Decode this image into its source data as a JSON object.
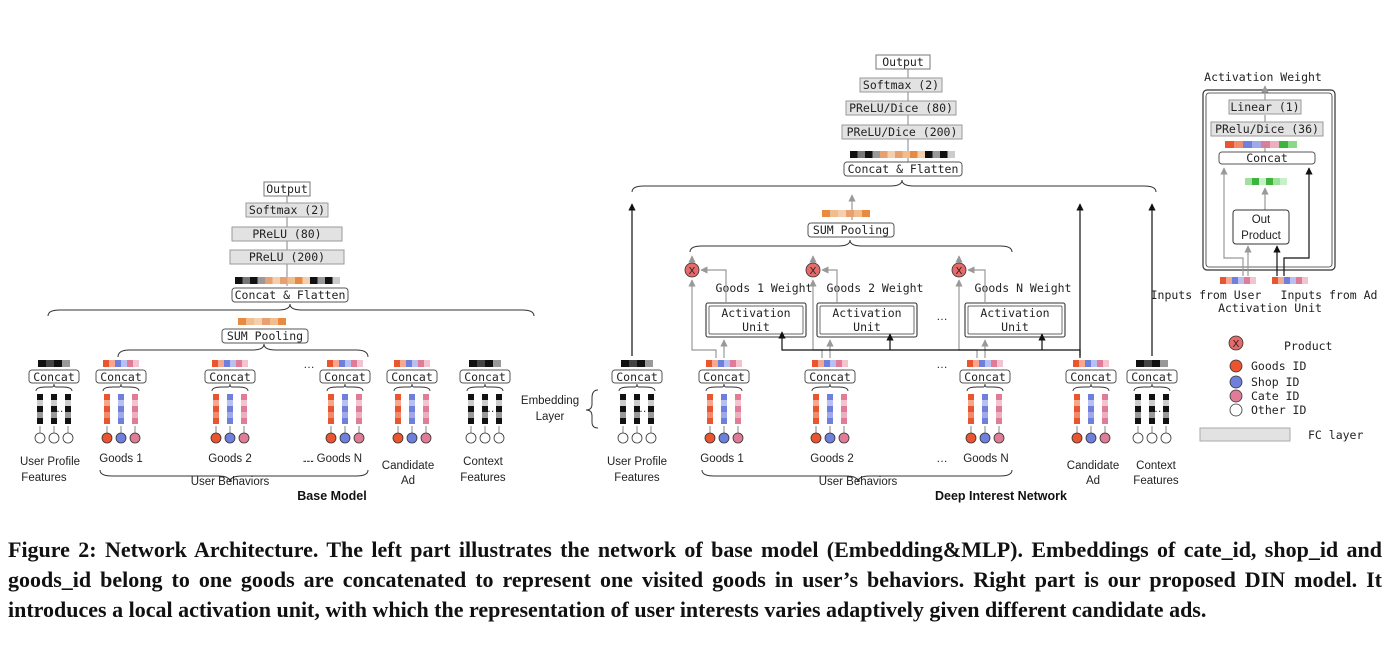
{
  "base_model": {
    "output": "Output",
    "softmax": "Softmax (2)",
    "prelu80": "PReLU (80)",
    "prelu200": "PReLU (200)",
    "concat_flatten": "Concat & Flatten",
    "sum_pooling": "SUM Pooling",
    "concat": "Concat",
    "ellipsis": "…",
    "ellipsis_n": "… Goods N",
    "goods1": "Goods 1",
    "goods2": "Goods 2",
    "user_profile_1": "User Profile",
    "user_profile_2": "Features",
    "candidate_1": "Candidate",
    "candidate_2": "Ad",
    "context_1": "Context",
    "context_2": "Features",
    "user_behaviors": "User Behaviors",
    "title": "Base Model"
  },
  "din": {
    "output": "Output",
    "softmax": "Softmax (2)",
    "prelu80": "PReLU/Dice (80)",
    "prelu200": "PReLU/Dice (200)",
    "concat_flatten": "Concat & Flatten",
    "sum_pooling": "SUM Pooling",
    "activation_1": "Activation",
    "activation_2": "Unit",
    "goods1_weight": "Goods 1 Weight",
    "goods2_weight": "Goods 2 Weight",
    "goodsN_weight": "Goods N Weight",
    "concat": "Concat",
    "embedding_1": "Embedding",
    "embedding_2": "Layer",
    "goods1": "Goods 1",
    "goods2": "Goods 2",
    "goodsN": "Goods N",
    "ellipsis": "…",
    "user_profile_1": "User Profile",
    "user_profile_2": "Features",
    "candidate_1": "Candidate",
    "candidate_2": "Ad",
    "context_1": "Context",
    "context_2": "Features",
    "user_behaviors": "User Behaviors",
    "title": "Deep Interest Network"
  },
  "activation_unit": {
    "activation_weight": "Activation Weight",
    "linear": "Linear (1)",
    "prelu": "PRelu/Dice (36)",
    "concat": "Concat",
    "out_1": "Out",
    "out_2": "Product",
    "inputs_user": "Inputs from User",
    "inputs_ad": "Inputs from Ad",
    "title": "Activation Unit"
  },
  "legend": {
    "product": "Product",
    "goods_id": "Goods ID",
    "shop_id": "Shop ID",
    "cate_id": "Cate ID",
    "other_id": "Other ID",
    "fc_layer": "FC layer",
    "product_symbol": "X"
  },
  "colors": {
    "goods": "#e8552f",
    "shop": "#6f7fdc",
    "cate": "#e07c98",
    "fc_fill": "#e2e2e2",
    "product": "#e56a6a"
  },
  "caption": "Figure 2: Network Architecture. The left part illustrates the network of base model (Embedding&MLP). Embeddings of cate_id, shop_id and goods_id belong to one goods are concatenated to represent one visited goods in user’s behaviors. Right part is our proposed DIN model. It introduces a local activation unit, with which the representation of user interests varies adaptively given different candidate ads."
}
